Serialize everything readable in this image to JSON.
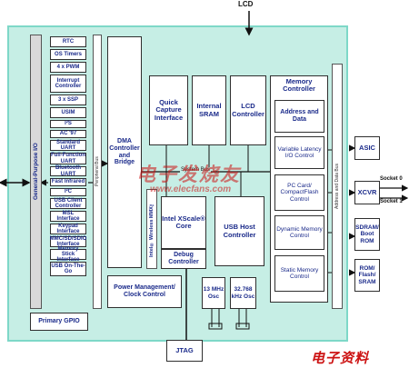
{
  "labels": {
    "lcd": "LCD",
    "general_purpose_io": "General-Purpose I/O",
    "peripheral_bus": "Peripheral Bus",
    "dma": "DMA Controller and Bridge",
    "quick_capture": "Quick Capture Interface",
    "internal_sram": "Internal SRAM",
    "lcd_controller": "LCD Controller",
    "memory_controller": "Memory Controller",
    "address_data": "Address and Data",
    "variable_latency": "Variable Latency I/O Control",
    "pc_card": "PC Card/ CompactFlash Control",
    "dynamic_memory": "Dynamic Memory Control",
    "static_memory": "Static Memory Control",
    "address_data_bus": "Address and Data Bus",
    "asic": "ASIC",
    "xcvr": "XCVR",
    "socket0": "Socket 0",
    "socket1": "Socket 1",
    "sdram": "SDRAM/ Boot ROM",
    "rom": "ROM/ Flash/ SRAM",
    "system_bus": "System Bus",
    "wireless_mmx": "Intel® Wireless MMX™",
    "xscale": "Intel XScale® Core",
    "debug": "Debug Controller",
    "usb_host": "USB Host Controller",
    "power": "Power Management/ Clock Control",
    "osc13": "13 MHz Osc",
    "osc32": "32.768 kHz Osc",
    "primary_gpio": "Primary GPIO",
    "jtag": "JTAG",
    "watermark_main": "电子发烧友",
    "watermark_url": "www.elecfans.com",
    "watermark_corner": "电子资料"
  },
  "peripherals": [
    "RTC",
    "OS Timers",
    "4 x PWM",
    "Interrupt Controller",
    "3 x SSP",
    "USIM",
    "I²S",
    "AC '97",
    "Standard UART",
    "Full-Function UART",
    "Bluetooth UART",
    "Fast Infrared",
    "I²C",
    "USB Client Controller",
    "MSL Interface",
    "Keypad Interface",
    "MMC/SD/SDIO Interface",
    "Memory Stick Interface",
    "USB On-The-Go"
  ],
  "colors": {
    "chip_bg": "#c6eee5",
    "chip_border": "#7ed8c8",
    "text_blue": "#1a2a8a",
    "watermark": "#cc1111"
  }
}
